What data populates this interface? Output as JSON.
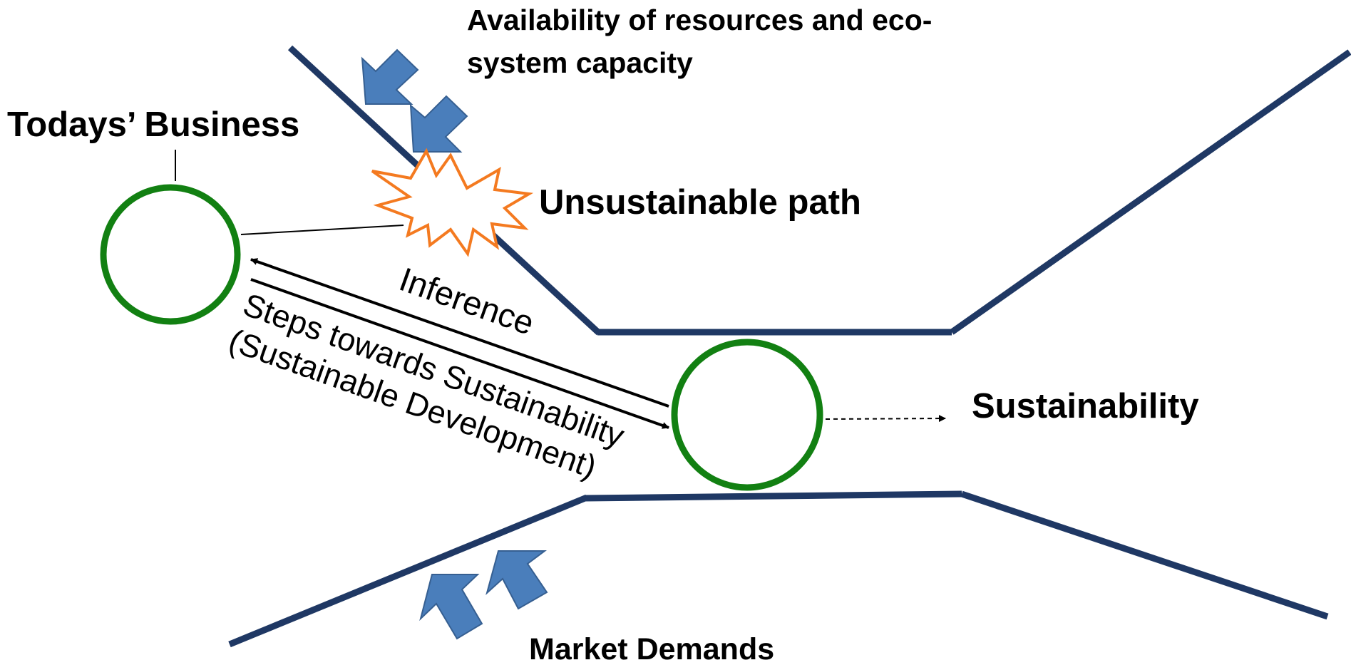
{
  "labels": {
    "availability_line1": "Availability of resources and eco-",
    "availability_line2": "system capacity",
    "todays_business": "Todays’ Business",
    "unsustainable_path": "Unsustainable path",
    "inference": "Inference",
    "steps_line1": "Steps towards Sustainability",
    "steps_line2": "(Sustainable Development)",
    "sustainability": "Sustainability",
    "market_demands": "Market Demands"
  },
  "colors": {
    "funnel_line": "#1f3864",
    "circle_stroke": "#128012",
    "pressure_arrow_fill": "#4a7ebb",
    "pressure_arrow_stroke": "#365f91",
    "burst_stroke": "#f47a20",
    "text": "#000000"
  }
}
